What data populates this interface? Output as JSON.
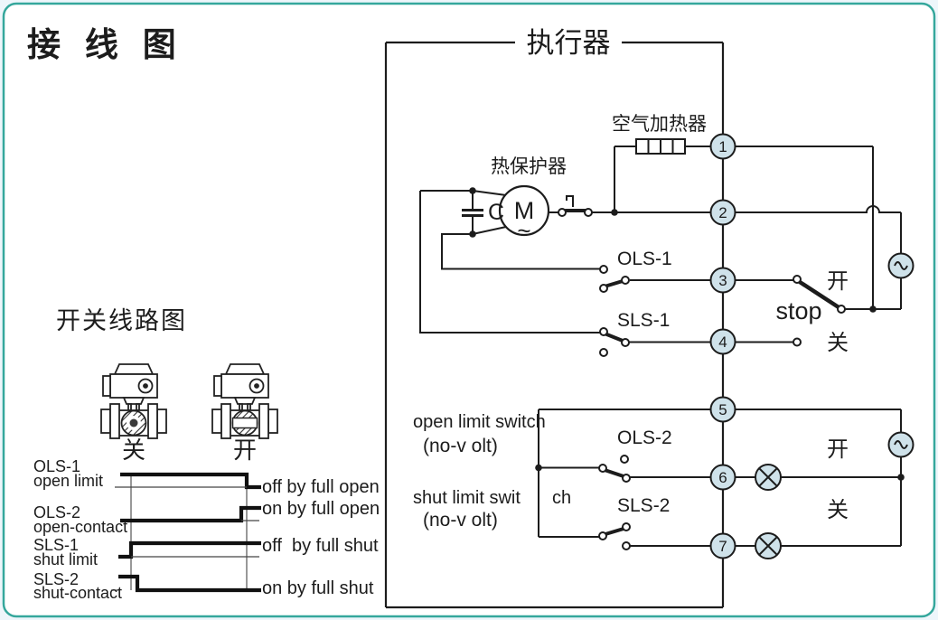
{
  "page": {
    "title": "接 线 图",
    "colors": {
      "accent_blue": "#1b9ad8",
      "border_teal": "#35a79c",
      "node_fill": "#cfe2ea",
      "line": "#1c1c1c"
    }
  },
  "actuator": {
    "title": "执行器",
    "air_heater_label": "空气加热器",
    "thermal_protector_label": "热保护器",
    "motor_letter": "M",
    "motor_wave": "~",
    "capacitor_letter": "C",
    "terminals": [
      "1",
      "2",
      "3",
      "4",
      "5",
      "6",
      "7"
    ],
    "stop_label": "stop",
    "open_label_upper": "开",
    "close_label_upper": "关",
    "open_label_lower": "开",
    "close_label_lower": "关",
    "ols1_label": "OLS-1",
    "sls1_label": "SLS-1",
    "ols2_label": "OLS-2",
    "sls2_label": "SLS-2",
    "open_limit_switch_text": "open limit switch",
    "open_no_volt_text": "(no-v olt)",
    "shut_limit_switch_text": "shut limit swit",
    "shut_limit_switch_wrap": "ch",
    "shut_no_volt_text": "(no-v olt)"
  },
  "switch_diagram": {
    "title": "开关线路图",
    "valve_closed_label": "关",
    "valve_open_label": "开",
    "timing_rows": [
      {
        "name": "OLS-1",
        "desc": "open limit",
        "note": "off by full open"
      },
      {
        "name": "OLS-2",
        "desc": "open-contact",
        "note": "on by full open"
      },
      {
        "name": "SLS-1",
        "desc": "shut limit",
        "note": "off  by full shut"
      },
      {
        "name": "SLS-2",
        "desc": "shut-contact",
        "note": "on by full shut"
      }
    ]
  }
}
